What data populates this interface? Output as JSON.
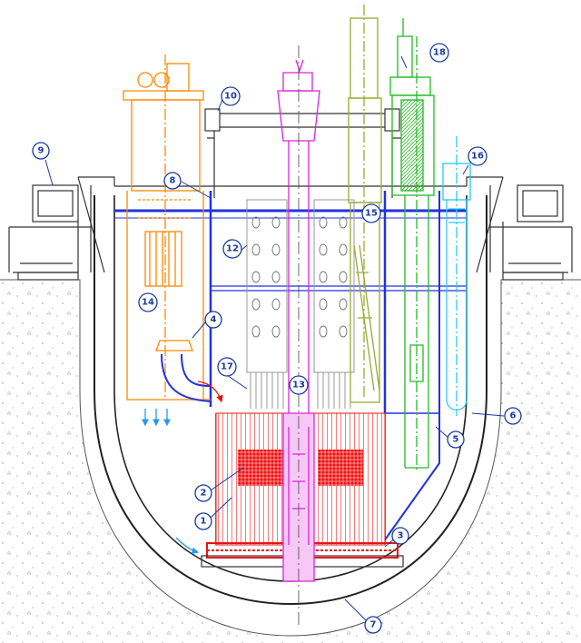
{
  "colors": {
    "vessel": "#2233dd",
    "core": "#ee1111",
    "pump_circuit": "#ff8800",
    "control_rod": "#dd22dd",
    "refuelling": "#99aa33",
    "drive": "#22bb22",
    "sensor": "#22ccee",
    "concrete": "#999999",
    "annotation": "#1a3aa0"
  },
  "callouts": [
    {
      "id": "c1",
      "label": "1"
    },
    {
      "id": "c2",
      "label": "2"
    },
    {
      "id": "c3",
      "label": "3"
    },
    {
      "id": "c4",
      "label": "4"
    },
    {
      "id": "c5",
      "label": "5"
    },
    {
      "id": "c6",
      "label": "6"
    },
    {
      "id": "c7",
      "label": "7"
    },
    {
      "id": "c8",
      "label": "8"
    },
    {
      "id": "c9",
      "label": "9"
    },
    {
      "id": "c10",
      "label": "10"
    },
    {
      "id": "c12",
      "label": "12"
    },
    {
      "id": "c13",
      "label": "13"
    },
    {
      "id": "c14",
      "label": "14"
    },
    {
      "id": "c15",
      "label": "15"
    },
    {
      "id": "c16",
      "label": "16"
    },
    {
      "id": "c17",
      "label": "17"
    },
    {
      "id": "c18",
      "label": "18"
    }
  ]
}
